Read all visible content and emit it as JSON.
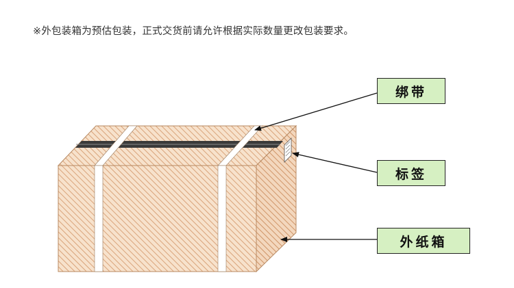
{
  "note": "※外包装箱为预估包装，正式交货前请允许根据实际数量更改包装要求。",
  "labels": {
    "strap": "绑带",
    "shipping_label": "标签",
    "outer_carton": "外纸箱"
  },
  "colors": {
    "carton_fill": "#f7e2cc",
    "carton_hatch": "#d9a37a",
    "carton_edge": "#b88a62",
    "strap": "#2e2e2e",
    "label_box_fill": "#d6f0c2"
  }
}
